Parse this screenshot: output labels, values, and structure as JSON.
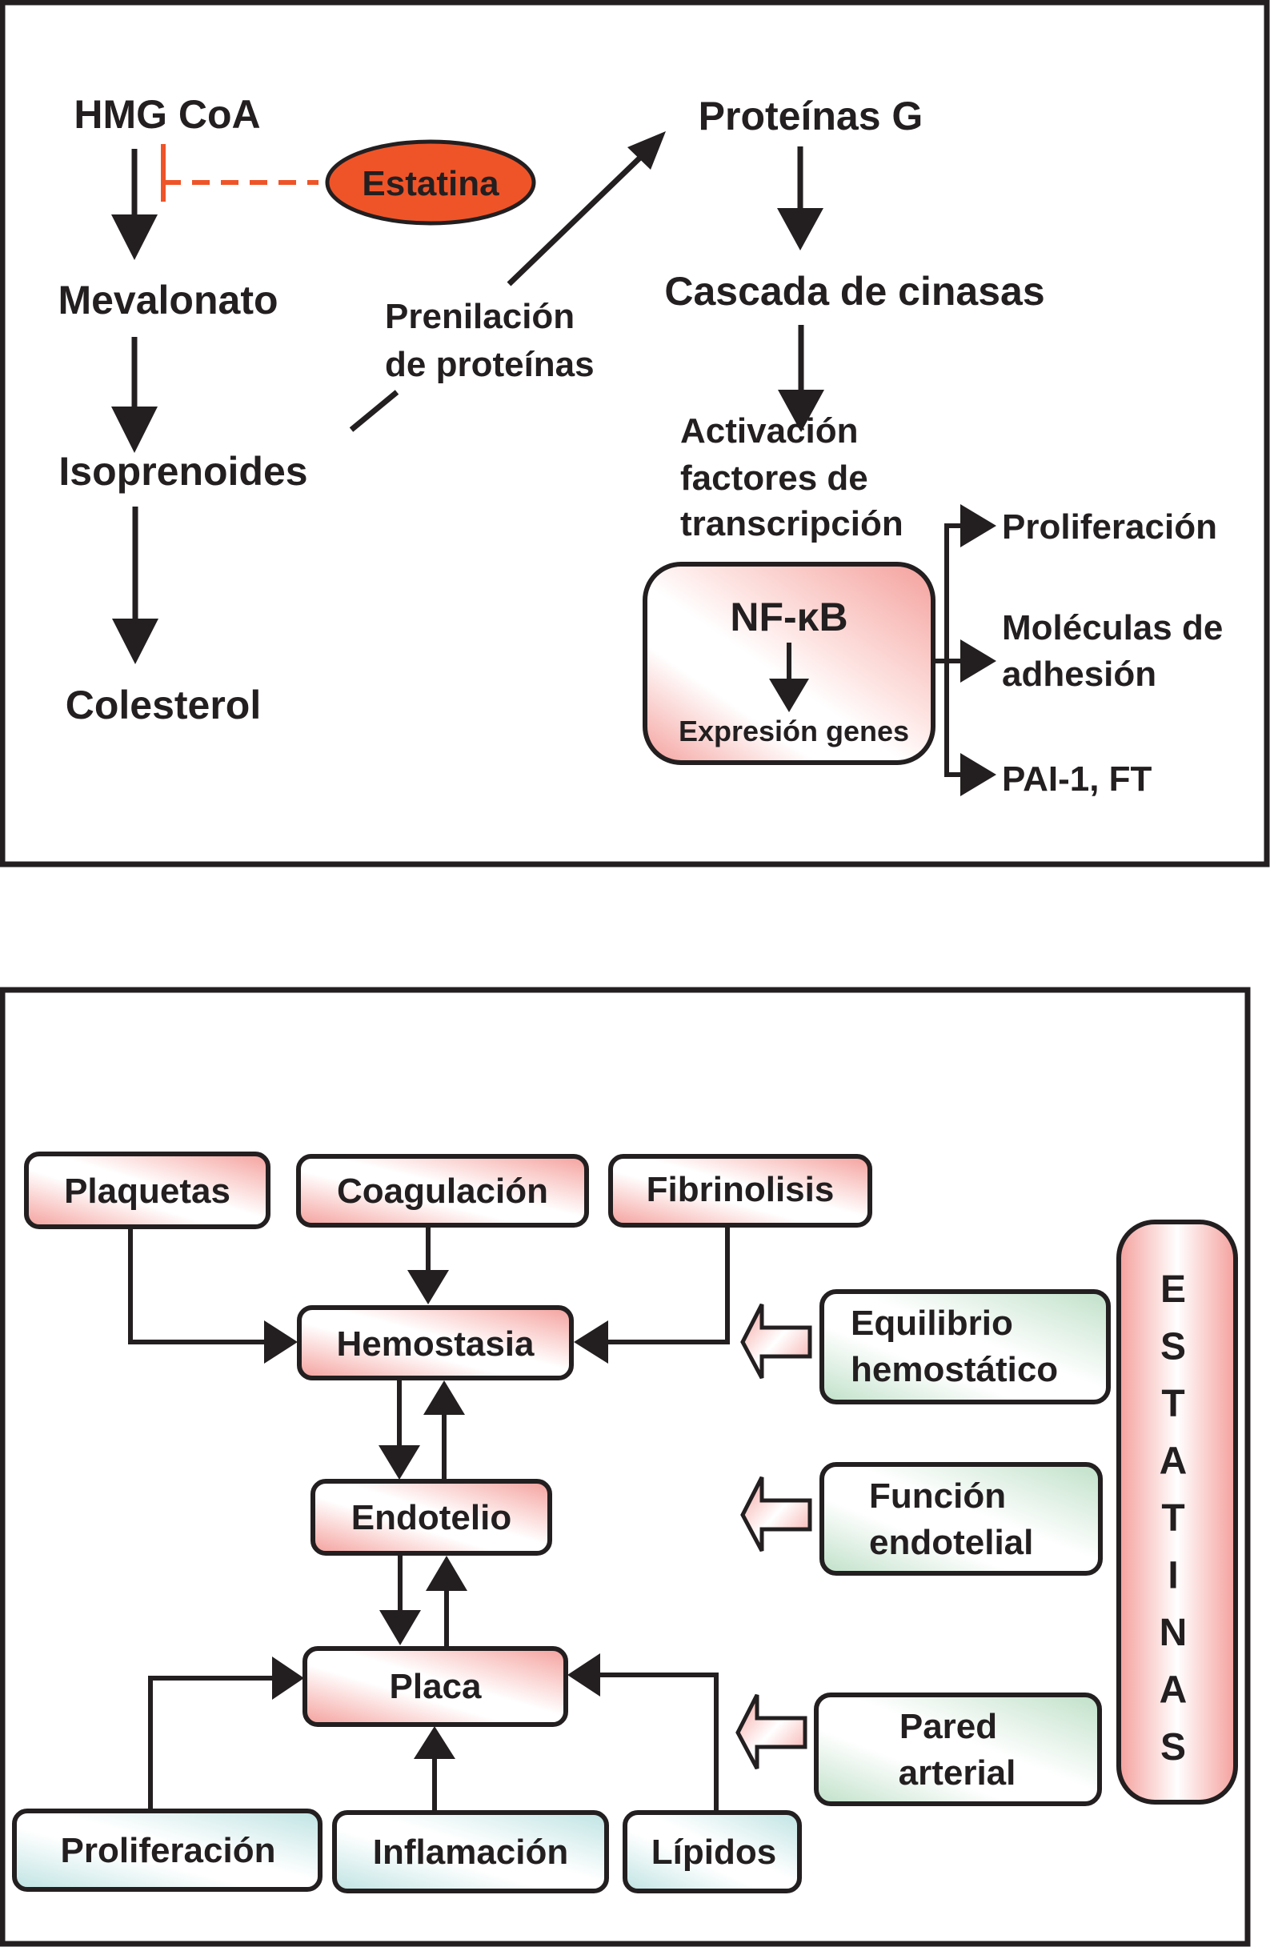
{
  "colors": {
    "ink": "#231f20",
    "statin_fill": "#ef5428",
    "inhibition": "#ef5428",
    "pink": "#f4a09c",
    "green": "#bfe0c8",
    "teal": "#bfe3e3"
  },
  "top_panel": {
    "pathway": {
      "hmg_coa": "HMG CoA",
      "mevalonato": "Mevalonato",
      "isoprenoides": "Isoprenoides",
      "colesterol": "Colesterol"
    },
    "inhibitor": {
      "label": "Estatina",
      "effect": "inhibits HMG CoA → Mevalonato"
    },
    "prenylation": {
      "line1": "Prenilación",
      "line2": "de proteínas"
    },
    "signaling": {
      "proteinas_g": "Proteínas G",
      "cascada": "Cascada de cinasas",
      "activacion_1": "Activación",
      "activacion_2": "factores de",
      "activacion_3": "transcripción"
    },
    "nfkb_box": {
      "title": "NF-κB",
      "subtitle": "Expresión genes"
    },
    "outcomes": {
      "proliferacion": "Proliferación",
      "moleculas_1": "Moléculas de",
      "moleculas_2": "adhesión",
      "pai": "PAI-1, FT"
    }
  },
  "bottom_panel": {
    "top_row": {
      "plaquetas": "Plaquetas",
      "coagulacion": "Coagulación",
      "fibrinolisis": "Fibrinolisis"
    },
    "center": {
      "hemostasia": "Hemostasia",
      "endotelio": "Endotelio",
      "placa": "Placa"
    },
    "bottom_row": {
      "proliferacion": "Proliferación",
      "inflamacion": "Inflamación",
      "lipidos": "Lípidos"
    },
    "effects": {
      "equilibrio_1": "Equilibrio",
      "equilibrio_2": "hemostático",
      "funcion_1": "Función",
      "funcion_2": "endotelial",
      "pared_1": "Pared",
      "pared_2": "arterial"
    },
    "estatinas_letters": [
      "E",
      "S",
      "T",
      "A",
      "T",
      "I",
      "N",
      "A",
      "S"
    ]
  }
}
